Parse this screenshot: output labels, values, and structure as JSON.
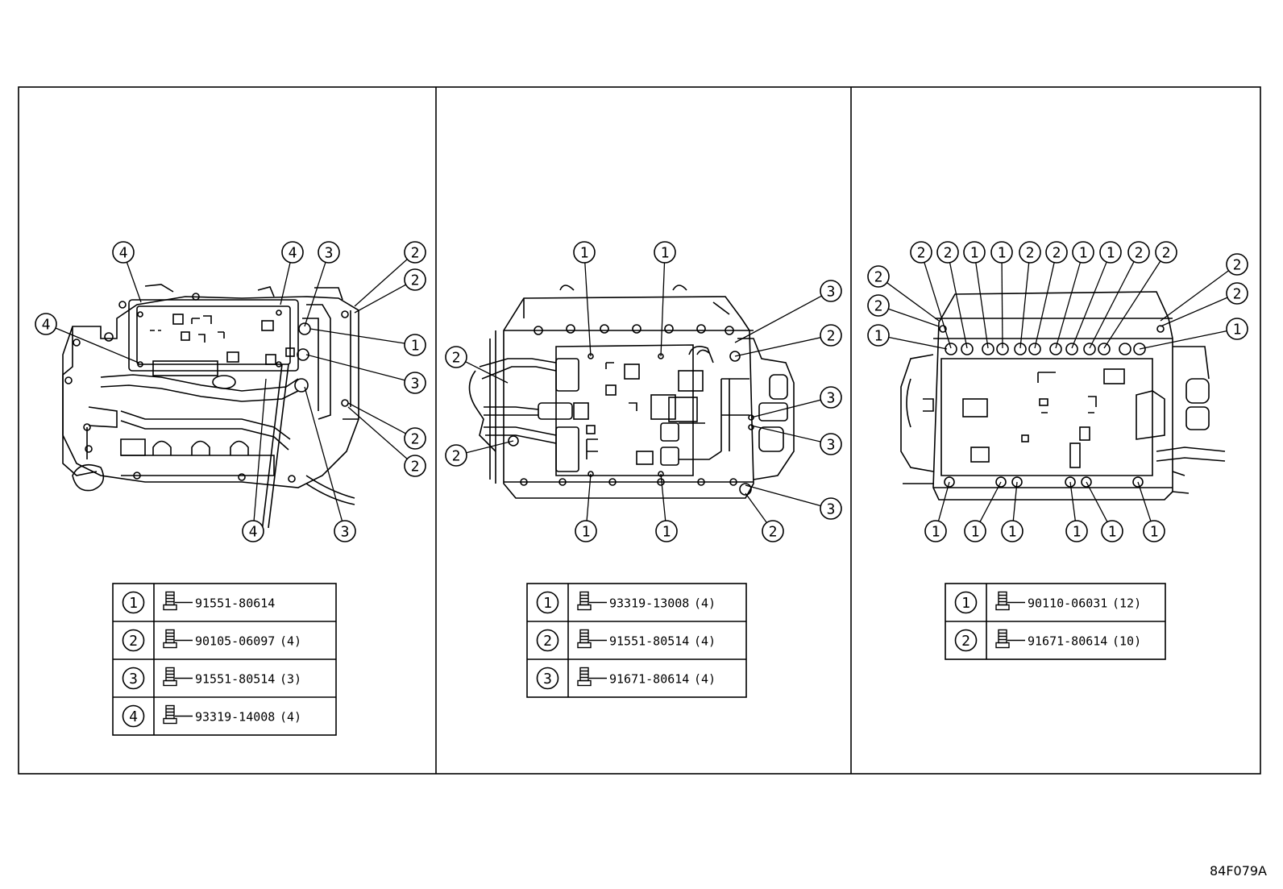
{
  "reference_code": "84F079A",
  "panels": [
    {
      "id": "left",
      "legend": [
        {
          "key": "1",
          "part": "91551-80614",
          "qty": ""
        },
        {
          "key": "2",
          "part": "90105-06097",
          "qty": "(4)"
        },
        {
          "key": "3",
          "part": "91551-80514",
          "qty": "(3)"
        },
        {
          "key": "4",
          "part": "93319-14008",
          "qty": "(4)"
        }
      ]
    },
    {
      "id": "middle",
      "legend": [
        {
          "key": "1",
          "part": "93319-13008",
          "qty": "(4)"
        },
        {
          "key": "2",
          "part": "91551-80514",
          "qty": "(4)"
        },
        {
          "key": "3",
          "part": "91671-80614",
          "qty": "(4)"
        }
      ]
    },
    {
      "id": "right",
      "legend": [
        {
          "key": "1",
          "part": "90110-06031",
          "qty": "(12)"
        },
        {
          "key": "2",
          "part": "91671-80614",
          "qty": "(10)"
        }
      ]
    }
  ]
}
